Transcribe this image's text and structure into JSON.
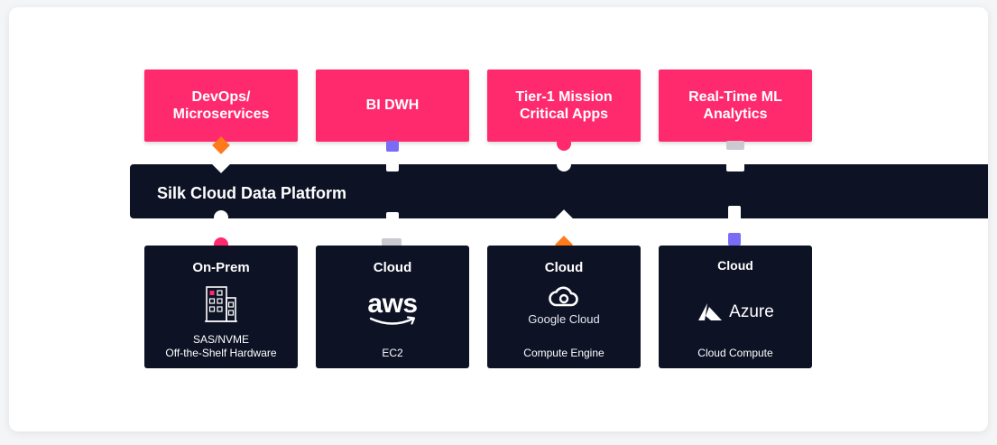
{
  "platform": {
    "label": "Silk Cloud Data Platform"
  },
  "use_cases": [
    {
      "label": "DevOps/\nMicroservices"
    },
    {
      "label": "BI DWH"
    },
    {
      "label": "Tier-1 Mission\nCritical Apps"
    },
    {
      "label": "Real-Time ML\nAnalytics"
    }
  ],
  "infrastructure": [
    {
      "title": "On-Prem",
      "subtitle": "SAS/NVME\nOff-the-Shelf Hardware",
      "icon": "building-icon"
    },
    {
      "title": "Cloud",
      "logo_text": "aws",
      "subtitle": "EC2",
      "icon": "aws-logo-icon"
    },
    {
      "title": "Cloud",
      "logo_text": "Google Cloud",
      "subtitle": "Compute Engine",
      "icon": "google-cloud-icon"
    },
    {
      "title": "Cloud",
      "logo_text": "Azure",
      "subtitle": "Cloud Compute",
      "icon": "azure-logo-icon"
    }
  ],
  "colors": {
    "pink": "#ff2a6d",
    "navy": "#0d1225",
    "orange": "#ff7a1a",
    "purple": "#7b6cf6",
    "gray": "#c9cbd1"
  }
}
